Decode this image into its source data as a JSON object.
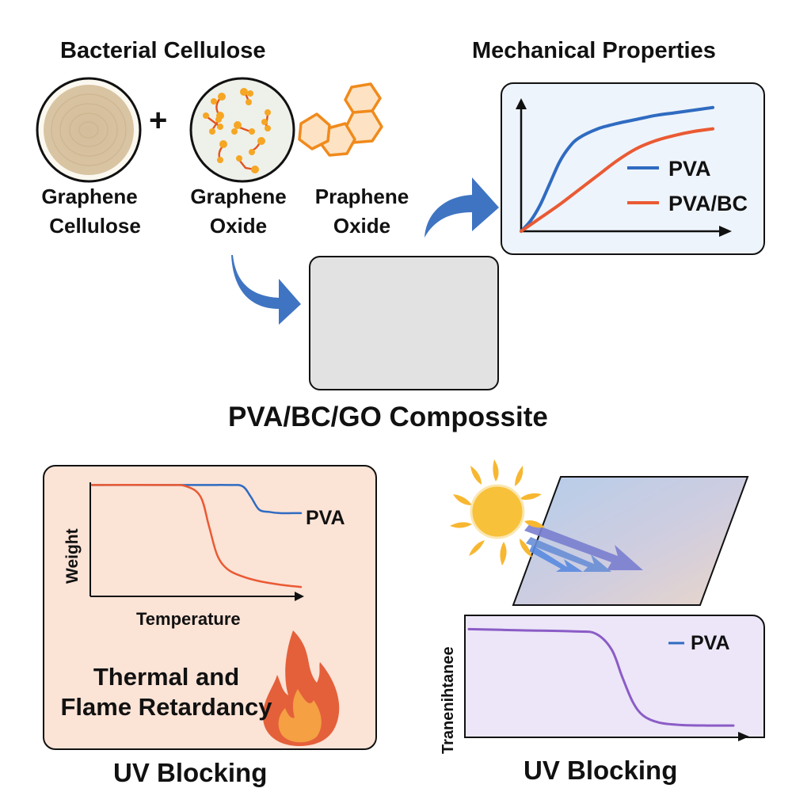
{
  "top": {
    "bacterial_cellulose_title": "Bacterial Cellulose",
    "plus_sign": "+",
    "materials": [
      {
        "line1": "Graphene",
        "line2": "Cellulose"
      },
      {
        "line1": "Graphene",
        "line2": "Oxide"
      },
      {
        "line1": "Praphene",
        "line2": "Oxide"
      }
    ],
    "mechanical_title": "Mechanical Properties"
  },
  "composite": {
    "label": "PVA/BC/GO Compossite"
  },
  "bottom_left": {
    "thermal_text_line1": "Thermal and",
    "thermal_text_line2": "Flame Retardancy",
    "caption": "UV Blocking"
  },
  "bottom_right": {
    "caption": "UV Blocking"
  },
  "colors": {
    "blue": "#2f6bc1",
    "red": "#ea5a33",
    "purple": "#8b5cc6",
    "arrow_blue": "#3f74c2",
    "mech_panel_bg": "#eef4fb",
    "thermal_panel_bg": "#fbe3d6",
    "uv_panel_bg": "#ece6f8",
    "composite_gray": "#e2e2e2",
    "hex_orange": "#f08a1c",
    "hex_fill": "#fde3c4",
    "cellulose_tan": "#d8c2a0",
    "sun_yellow": "#f7b731"
  },
  "chart_data": [
    {
      "type": "line",
      "title": "Mechanical Properties",
      "xlabel": "",
      "ylabel": "",
      "xlim": [
        0,
        1
      ],
      "ylim": [
        0,
        1
      ],
      "legend_position": "right-center",
      "series": [
        {
          "name": "PVA",
          "color": "#2f6bc1",
          "x": [
            0,
            0.05,
            0.1,
            0.15,
            0.2,
            0.25,
            0.3,
            0.4,
            0.5,
            0.6,
            0.7,
            0.8,
            0.9,
            1.0
          ],
          "y": [
            0,
            0.08,
            0.2,
            0.36,
            0.52,
            0.63,
            0.7,
            0.77,
            0.81,
            0.84,
            0.87,
            0.89,
            0.91,
            0.93
          ]
        },
        {
          "name": "PVA/BC",
          "color": "#ea5a33",
          "x": [
            0,
            0.1,
            0.2,
            0.3,
            0.4,
            0.5,
            0.6,
            0.7,
            0.8,
            0.9,
            1.0
          ],
          "y": [
            0,
            0.1,
            0.2,
            0.31,
            0.42,
            0.53,
            0.62,
            0.68,
            0.72,
            0.75,
            0.77
          ]
        }
      ]
    },
    {
      "type": "line",
      "title": "",
      "xlabel": "Temperature",
      "ylabel": "Weight",
      "xlim": [
        0,
        1
      ],
      "ylim": [
        0,
        1
      ],
      "legend_position": "right",
      "series": [
        {
          "name": "PVA",
          "color": "#2f6bc1",
          "x": [
            0,
            0.5,
            0.65,
            0.72,
            0.76,
            0.8,
            0.85,
            0.9,
            0.96,
            1.0
          ],
          "y": [
            0.95,
            0.95,
            0.95,
            0.94,
            0.85,
            0.74,
            0.72,
            0.71,
            0.71,
            0.71
          ]
        },
        {
          "name": "",
          "color": "#ea5a33",
          "x": [
            0,
            0.35,
            0.45,
            0.52,
            0.56,
            0.6,
            0.65,
            0.72,
            0.8,
            0.9,
            1.0
          ],
          "y": [
            0.95,
            0.95,
            0.94,
            0.85,
            0.6,
            0.35,
            0.23,
            0.17,
            0.13,
            0.1,
            0.08
          ]
        }
      ]
    },
    {
      "type": "line",
      "title": "UV Blocking",
      "xlabel": "",
      "ylabel": "Tranenihtanee",
      "xlim": [
        0,
        1
      ],
      "ylim": [
        0,
        1
      ],
      "legend_position": "top-right",
      "series": [
        {
          "name": "PVA",
          "color": "#8b5cc6",
          "legend_color": "#2f6bc1",
          "x": [
            0,
            0.2,
            0.4,
            0.48,
            0.54,
            0.58,
            0.62,
            0.66,
            0.72,
            0.8,
            0.9,
            1.0
          ],
          "y": [
            0.9,
            0.89,
            0.88,
            0.86,
            0.72,
            0.48,
            0.26,
            0.14,
            0.08,
            0.06,
            0.055,
            0.055
          ]
        }
      ]
    }
  ]
}
